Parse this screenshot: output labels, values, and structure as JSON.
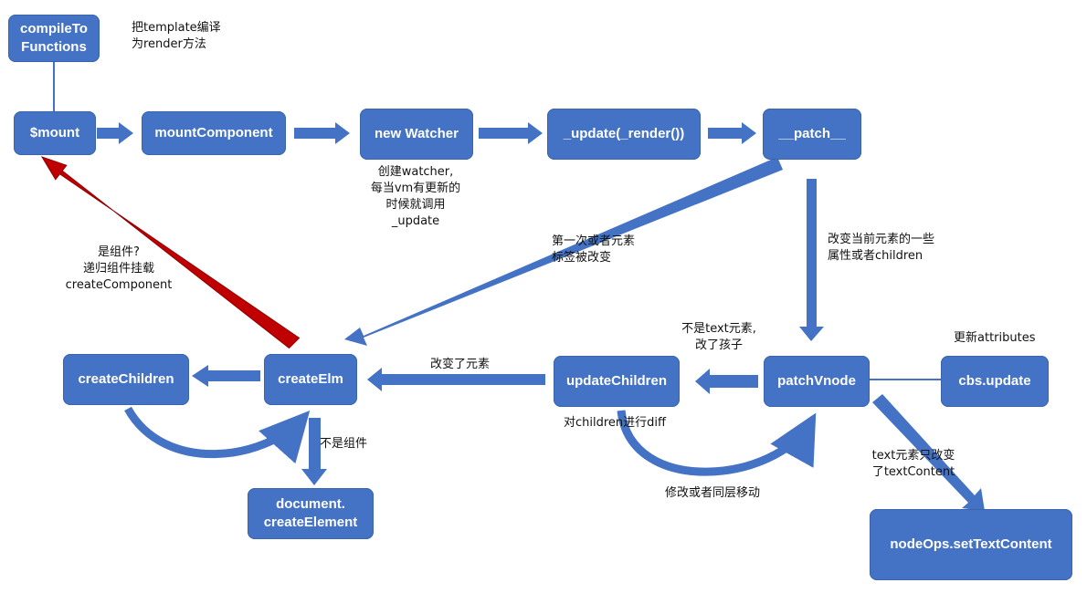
{
  "nodes": {
    "compile": "compileTo\nFunctions",
    "mount": "$mount",
    "mount_component": "mountComponent",
    "new_watcher": "new Watcher",
    "update_render": "_update(_render())",
    "patch": "__patch__",
    "create_children": "createChildren",
    "create_elm": "createElm",
    "document_create_element": "document.\ncreateElement",
    "update_children": "updateChildren",
    "patch_vnode": "patchVnode",
    "cbs_update": "cbs.update",
    "set_text_content": "nodeOps.setTextContent"
  },
  "labels": {
    "compile_note": "把template编译\n为render方法",
    "watcher_note": "创建watcher,\n每当vm有更新的\n时候就调用\n_update",
    "first_time": "第一次或者元素\n标签被改变",
    "component_note": "是组件?\n递归组件挂载\ncreateComponent",
    "change_attrs": "改变当前元素的一些\n属性或者children",
    "not_text": "不是text元素,\n改了孩子",
    "update_attrs": "更新attributes",
    "elem_changed": "改变了元素",
    "not_component": "不是组件",
    "diff_children": "对children进行diff",
    "move_same_level": "修改或者同层移动",
    "text_only": "text元素只改变\n了textContent"
  },
  "colors": {
    "node": "#4472c4",
    "arrow": "#4472c4",
    "highlight_arrow": "#c00000"
  }
}
